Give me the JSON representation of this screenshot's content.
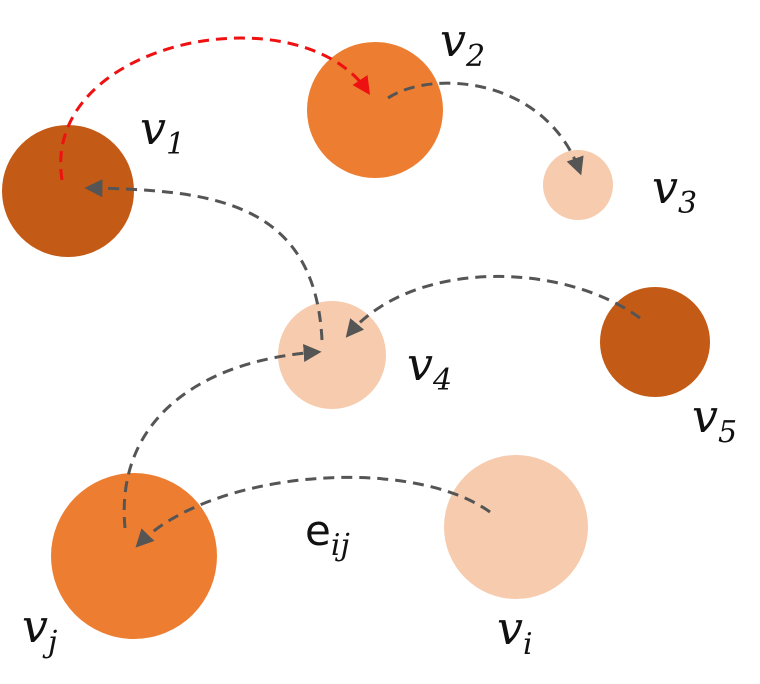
{
  "colors": {
    "dark": "#c35a16",
    "medium": "#ed7d31",
    "light": "#f7cbad",
    "edge_gray": "#555555",
    "edge_red": "#ee1111"
  },
  "nodes": {
    "v1": {
      "label": "v",
      "sub": "1",
      "shade": "dark"
    },
    "v2": {
      "label": "v",
      "sub": "2",
      "shade": "medium"
    },
    "v3": {
      "label": "v",
      "sub": "3",
      "shade": "light"
    },
    "v4": {
      "label": "v",
      "sub": "4",
      "shade": "light"
    },
    "v5": {
      "label": "v",
      "sub": "5",
      "shade": "dark"
    },
    "vj": {
      "label": "v",
      "sub": "j",
      "shade": "medium"
    },
    "vi": {
      "label": "v",
      "sub": "i",
      "shade": "light"
    }
  },
  "edge_label": {
    "text": "e",
    "sub": "ij"
  },
  "edges": [
    {
      "from": "v1",
      "to": "v2",
      "style": "red"
    },
    {
      "from": "v2",
      "to": "v3",
      "style": "gray"
    },
    {
      "from": "v4",
      "to": "v1",
      "style": "gray"
    },
    {
      "from": "v5",
      "to": "v4",
      "style": "gray"
    },
    {
      "from": "vj",
      "to": "v4",
      "style": "gray"
    },
    {
      "from": "vi",
      "to": "vj",
      "style": "gray"
    }
  ]
}
